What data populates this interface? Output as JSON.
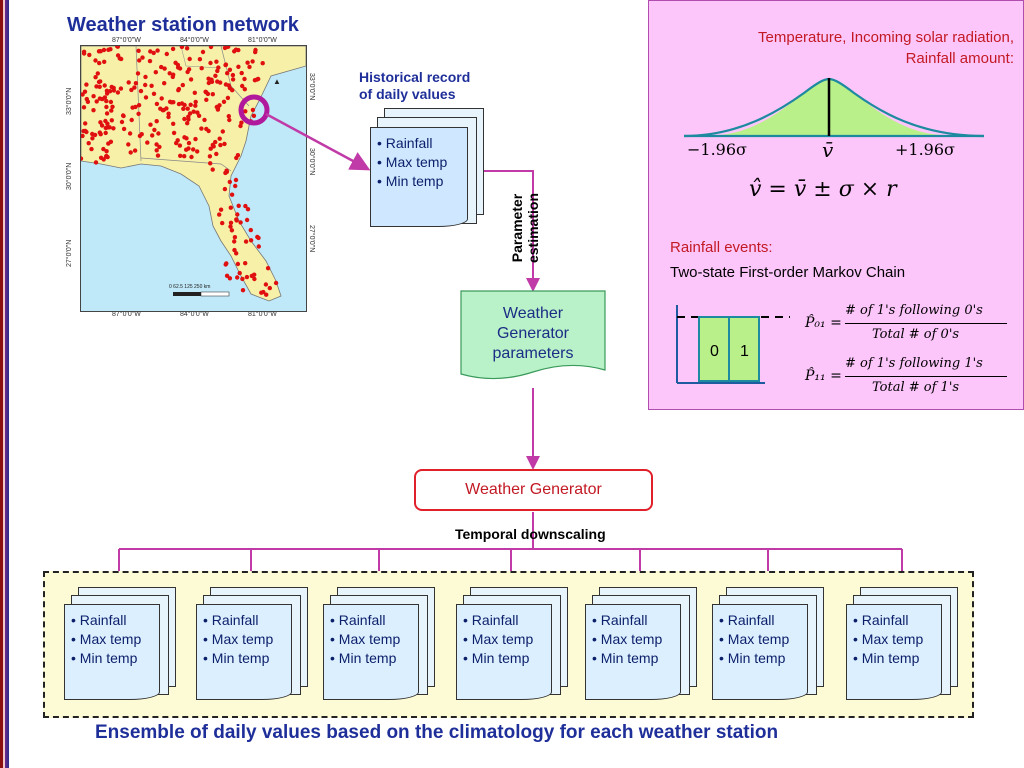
{
  "title": "Weather station network",
  "map": {
    "lon_labels": [
      "87°0'0\"W",
      "84°0'0\"W",
      "81°0'0\"W"
    ],
    "lat_labels": [
      "33°0'0\"N",
      "30°0'0\"N",
      "27°0'0\"N"
    ],
    "scale_text": "0  62.5  125       250 km"
  },
  "historical": {
    "title_line1": "Historical record",
    "title_line2": "of daily values",
    "items": [
      "• Rainfall",
      "• Max temp",
      "• Min temp"
    ]
  },
  "param_estimation": {
    "line1": "Parameter",
    "line2": "estimation"
  },
  "wg_params": {
    "line1": "Weather",
    "line2": "Generator",
    "line3": "parameters"
  },
  "weather_generator": "Weather Generator",
  "temporal_downscaling": "Temporal downscaling",
  "ensemble_items": [
    "• Rainfall",
    "• Max temp",
    "• Min temp"
  ],
  "ensemble_caption": "Ensemble of daily values based on the climatology for each weather station",
  "panel": {
    "heading_line1": "Temperature, Incoming solar radiation,",
    "heading_line2": "Rainfall amount:",
    "minus_label": "−1.96σ",
    "center_label": "v̄",
    "plus_label": "+1.96σ",
    "equation": "v̂ = v̄ ± σ × r",
    "rainfall_events": "Rainfall events:",
    "markov": "Two-state First-order Markov Chain",
    "state0": "0",
    "state1": "1",
    "p01_lhs": "P̂₀₁ =",
    "p01_num": "# of 1's following 0's",
    "p01_den": "Total # of 0's",
    "p11_lhs": "P̂₁₁ =",
    "p11_num": "# of 1's following 1's",
    "p11_den": "Total # of 1's"
  },
  "colors": {
    "title_blue": "#1f2f9a",
    "red_text": "#c21a24",
    "magenta_line": "#c03aa8",
    "panel_bg": "#fdc6fb",
    "bell_fill": "#b9f08a",
    "doc_fill": "#dcefff",
    "station_dot": "#e01010"
  }
}
